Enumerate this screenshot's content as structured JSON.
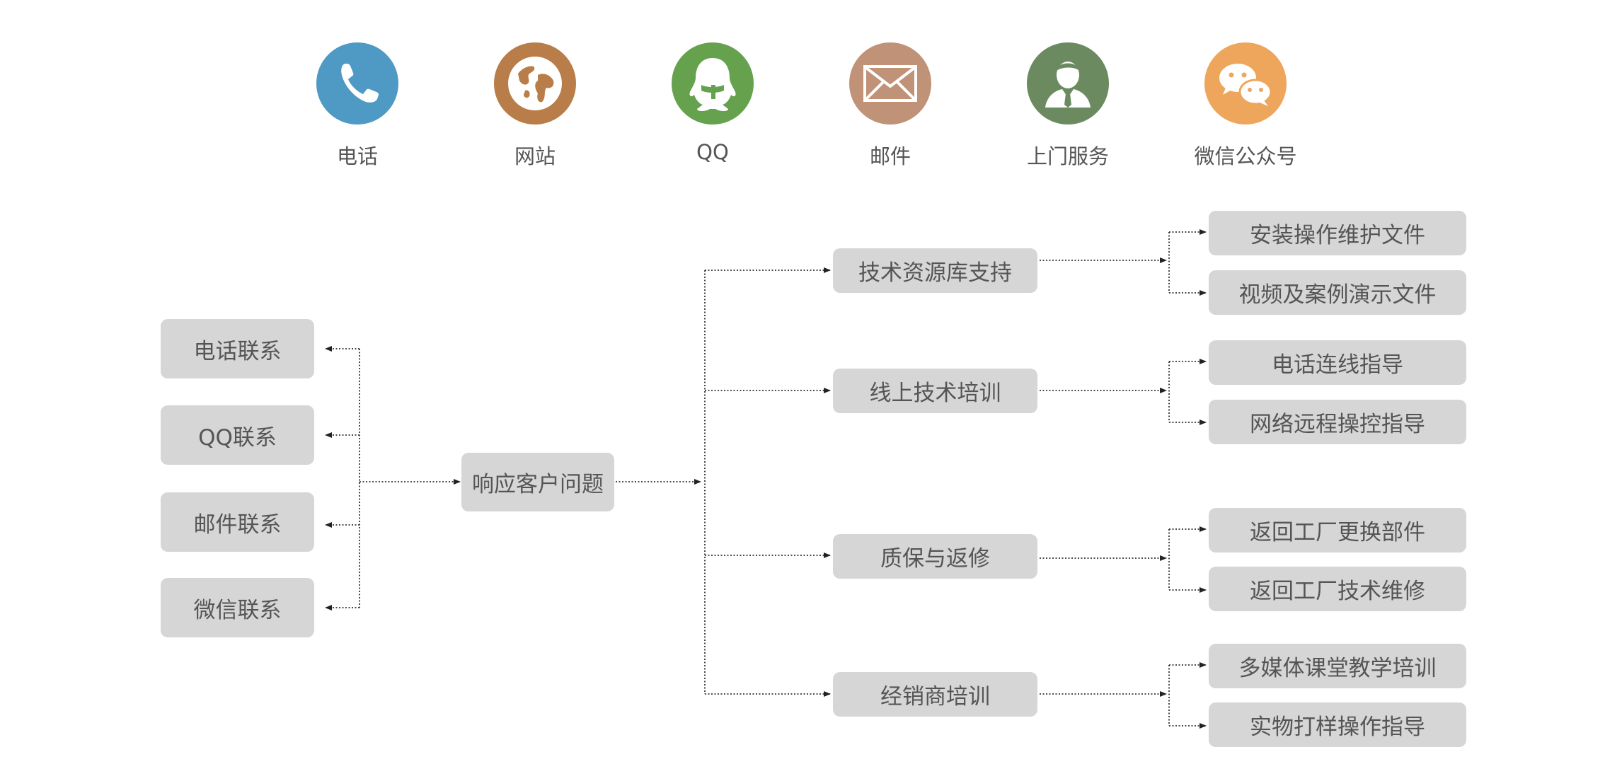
{
  "colors": {
    "phone": "#4e9ac4",
    "website": "#b87d48",
    "qq": "#66a14e",
    "mail": "#c09278",
    "onsite": "#6b8a5f",
    "wechat": "#eea65d",
    "box_fill": "#d6d6d6",
    "text": "#555555"
  },
  "channels": [
    {
      "label": "电话",
      "icon": "phone-icon"
    },
    {
      "label": "网站",
      "icon": "globe-icon"
    },
    {
      "label": "QQ",
      "icon": "qq-penguin-icon"
    },
    {
      "label": "邮件",
      "icon": "envelope-icon"
    },
    {
      "label": "上门服务",
      "icon": "person-service-icon"
    },
    {
      "label": "微信公众号",
      "icon": "wechat-icon"
    }
  ],
  "contacts": [
    "电话联系",
    "QQ联系",
    "邮件联系",
    "微信联系"
  ],
  "center": "响应客户问题",
  "services": [
    {
      "label": "技术资源库支持",
      "children": [
        "安装操作维护文件",
        "视频及案例演示文件"
      ]
    },
    {
      "label": "线上技术培训",
      "children": [
        "电话连线指导",
        "网络远程操控指导"
      ]
    },
    {
      "label": "质保与返修",
      "children": [
        "返回工厂更换部件",
        "返回工厂技术维修"
      ]
    },
    {
      "label": "经销商培训",
      "children": [
        "多媒体课堂教学培训",
        "实物打样操作指导"
      ]
    }
  ]
}
